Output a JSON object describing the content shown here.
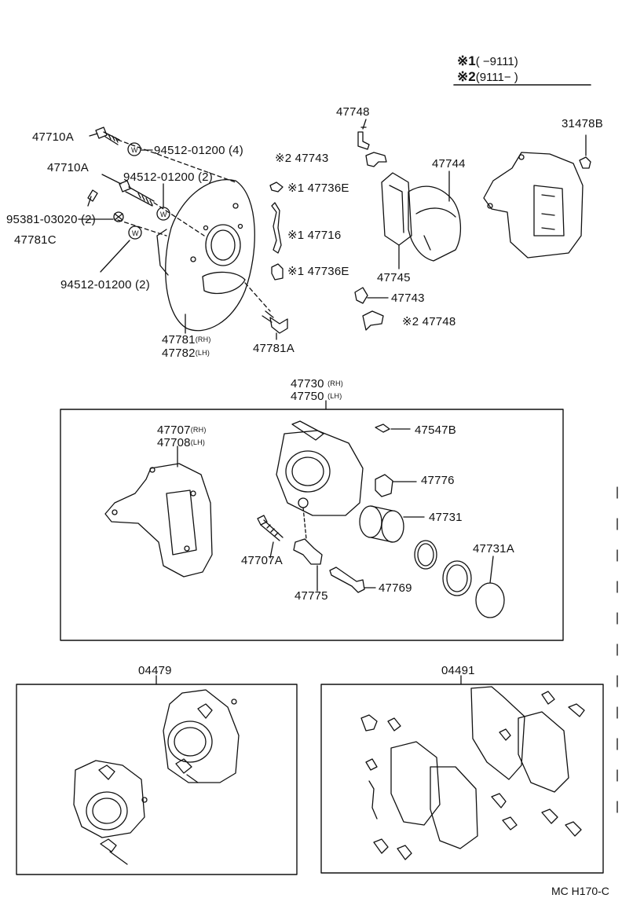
{
  "legend": {
    "row1_mark": "※1",
    "row1_text": "(      −9111)",
    "row2_mark": "※2",
    "row2_text": "(9111−      )"
  },
  "labels": {
    "p47748_top": "47748",
    "p31478B": "31478B",
    "p47710A_1": "47710A",
    "p94512_4": "94512-01200 (4)",
    "p47743_top": "※2 47743",
    "p47744": "47744",
    "p47710A_2": "47710A",
    "p94512_2a": "94512-01200 (2)",
    "p47736E_a": "※1 47736E",
    "p95381": "95381-03020 (2)",
    "p47781C": "47781C",
    "p47716": "※1 47716",
    "p47736E_b": "※1 47736E",
    "p94512_2b": "94512-01200 (2)",
    "p47745": "47745",
    "p47743_mid": "47743",
    "p47748_mid": "※2 47748",
    "p47781": "47781",
    "p47781_rh": "(RH)",
    "p47782": "47782",
    "p47782_lh": "(LH)",
    "p47781A": "47781A",
    "p47730": "47730",
    "p47730_rh": "(RH)",
    "p47750": "47750",
    "p47750_lh": "(LH)",
    "p47707": "47707",
    "p47707_rh": "(RH)",
    "p47708": "47708",
    "p47708_lh": "(LH)",
    "p47547B": "47547B",
    "p47776": "47776",
    "p47731": "47731",
    "p47731A": "47731A",
    "p47707A": "47707A",
    "p47769": "47769",
    "p47775": "47775",
    "p04479": "04479",
    "p04491": "04491"
  },
  "footer_code": "MC H170-C"
}
